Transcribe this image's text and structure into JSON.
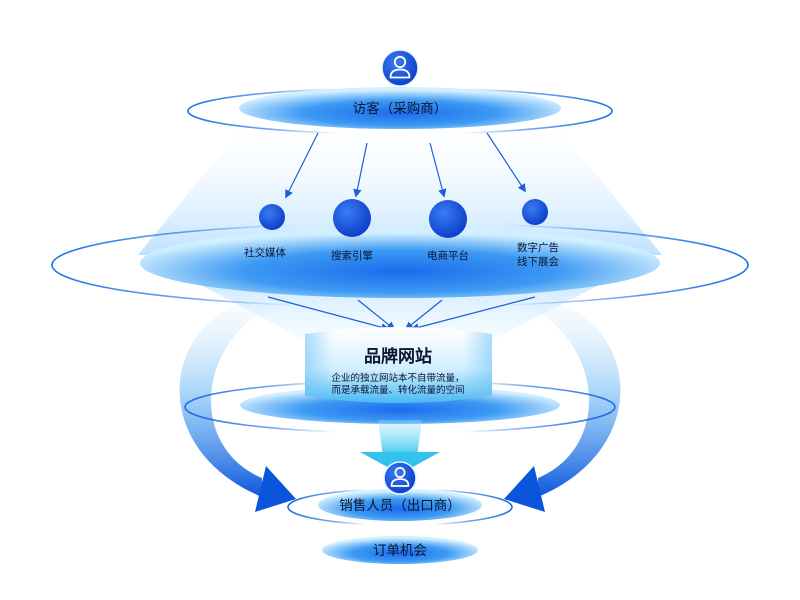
{
  "visitor": {
    "icon": "user-icon",
    "label": "访客（采购商）"
  },
  "channels": [
    {
      "lines": [
        "社交媒体"
      ]
    },
    {
      "lines": [
        "搜索引擎"
      ]
    },
    {
      "lines": [
        "电商平台"
      ]
    },
    {
      "lines": [
        "数字广告",
        "线下展会"
      ]
    }
  ],
  "brand_site": {
    "title": "品牌网站",
    "description": [
      "企业的独立网站本不自带流量，",
      "而是承载流量、转化流量的空间"
    ]
  },
  "sales": {
    "icon": "user-icon",
    "label": "销售人员（出口商）"
  },
  "orders": {
    "label": "订单机会"
  },
  "colors": {
    "primary": "#1a6cec",
    "accent": "#3d9af3",
    "rim": "#d2efff",
    "node": "#0a3cc8",
    "cyan": "#32c2f0",
    "loop": "#0b55dc"
  }
}
